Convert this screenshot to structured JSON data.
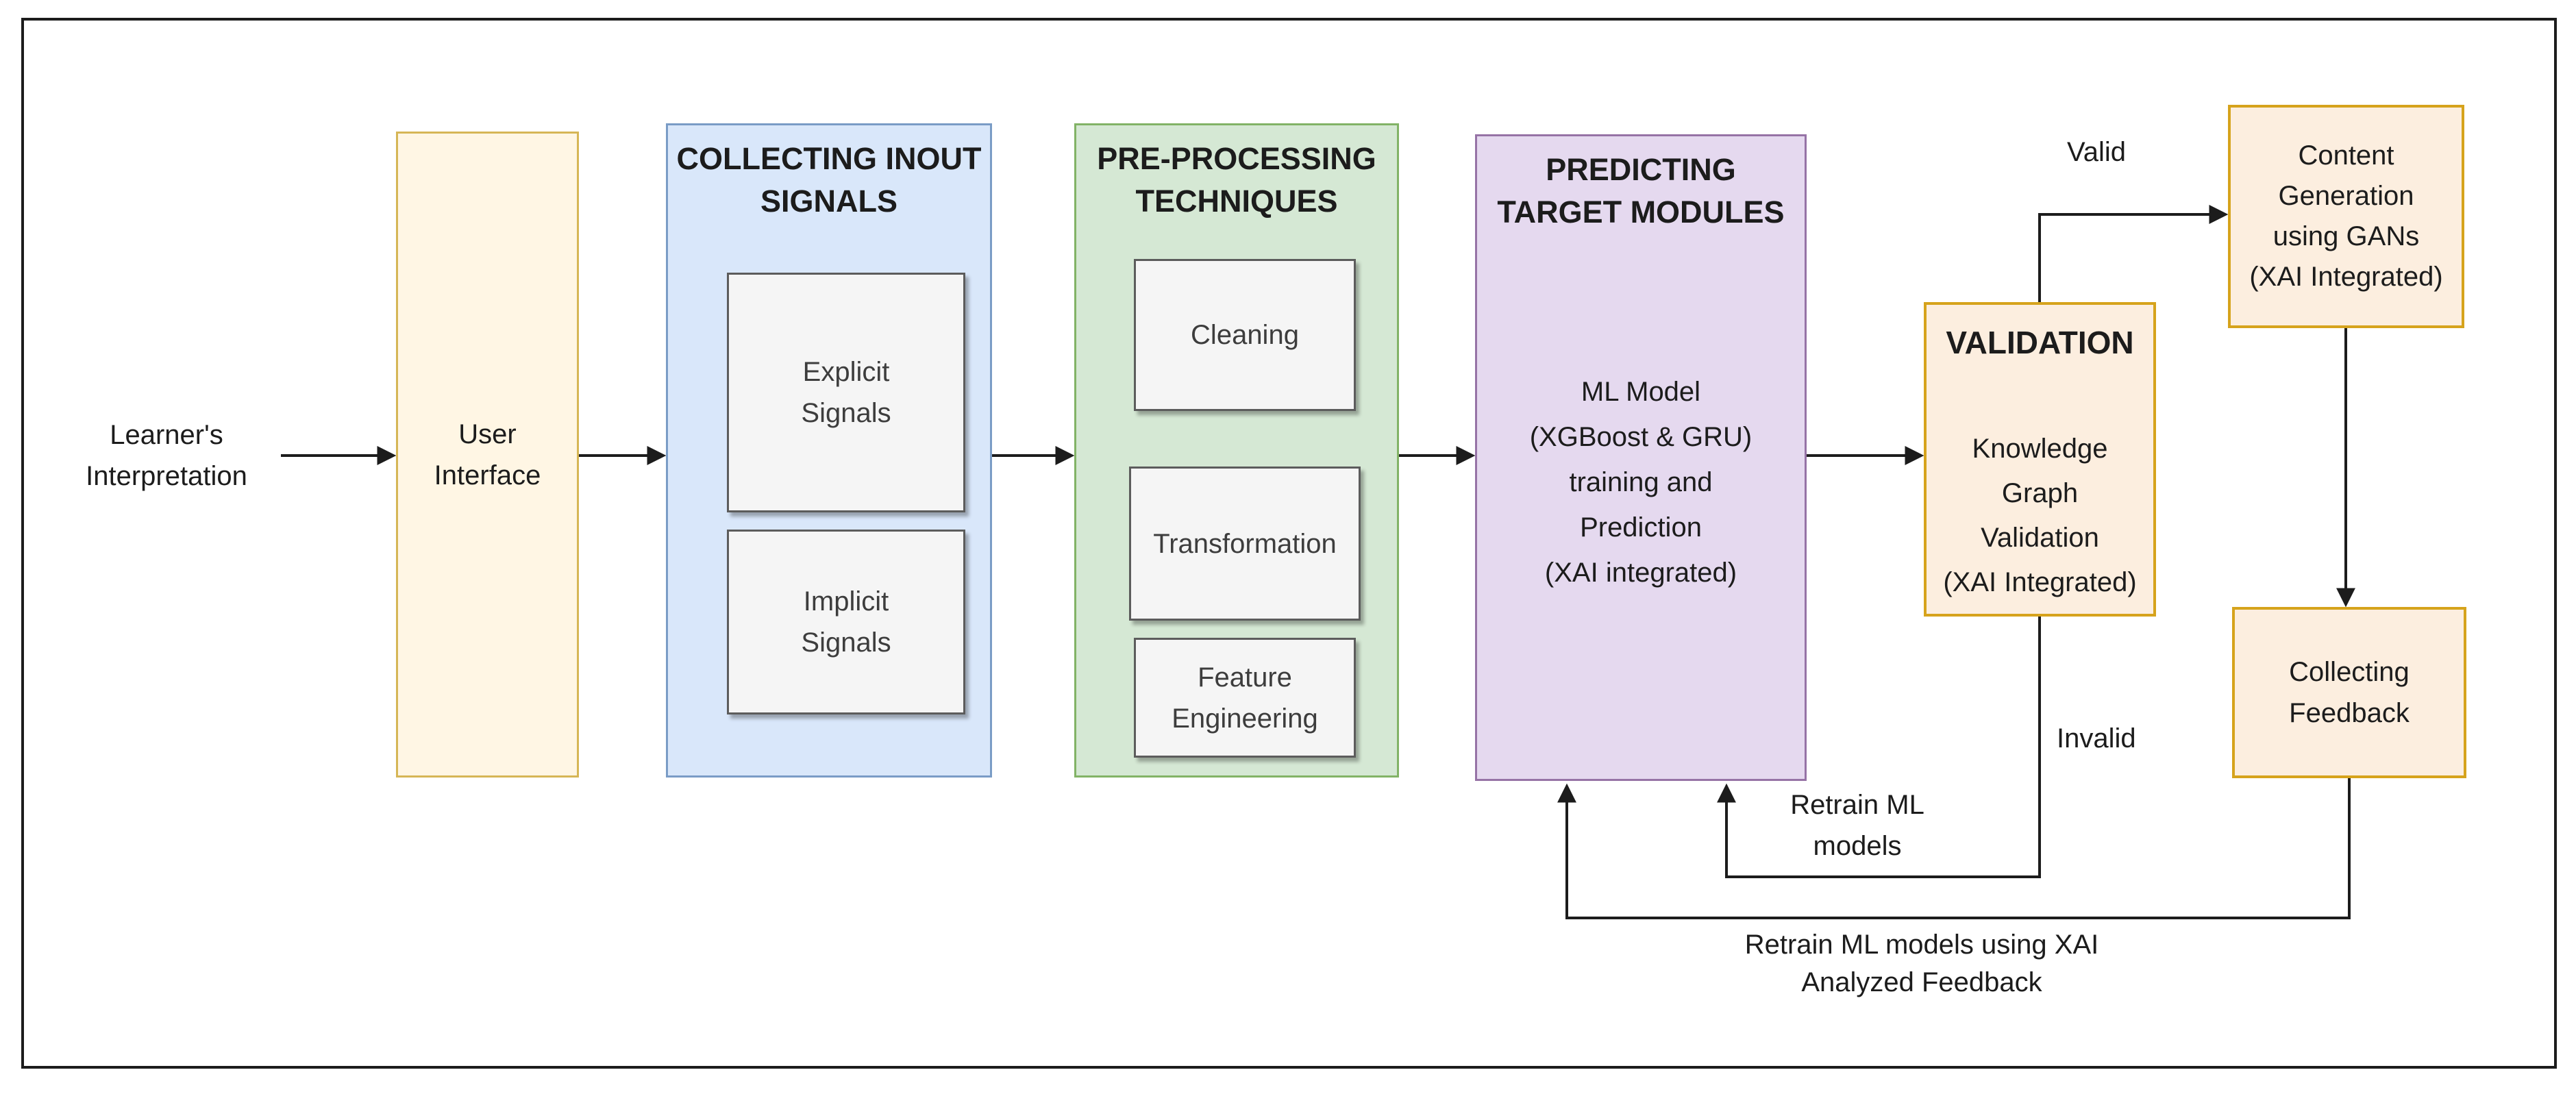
{
  "diagram": {
    "left_label": "Learner's\nInterpretation",
    "nodes": {
      "user_interface": {
        "label": "User\nInterface"
      },
      "collecting_input_signals": {
        "title": "COLLECTING INOUT\nSIGNALS",
        "explicit": "Explicit\nSignals",
        "implicit": "Implicit\nSignals"
      },
      "preprocessing": {
        "title": "PRE-PROCESSING\nTECHNIQUES",
        "cleaning": "Cleaning",
        "transformation": "Transformation",
        "feature_engineering": "Feature\nEngineering"
      },
      "predicting": {
        "title": "PREDICTING\nTARGET MODULES",
        "body": "ML Model\n(XGBoost & GRU)\ntraining and\nPrediction\n(XAI integrated)"
      },
      "validation": {
        "title": "VALIDATION",
        "body": "Knowledge\nGraph\nValidation\n(XAI Integrated)"
      },
      "content_generation": {
        "label": "Content\nGeneration\nusing GANs\n(XAI Integrated)"
      },
      "collecting_feedback": {
        "label": "Collecting\nFeedback"
      }
    },
    "edge_labels": {
      "valid": "Valid",
      "invalid": "Invalid",
      "retrain_ml_models": "Retrain ML\nmodels",
      "retrain_ml_models_xai": "Retrain ML models using XAI\nAnalyzed Feedback"
    }
  },
  "colors": {
    "frame": "#1C1C1C",
    "line": "#1C1C1C",
    "text": "#1C1C1C",
    "subtext": "#3D3D3D",
    "yellow_fill": "#FFF6E4",
    "yellow_border": "#D6B656",
    "blue_fill": "#D9E7FA",
    "blue_border": "#7A9CC6",
    "green_fill": "#D5E8D4",
    "green_border": "#82B366",
    "purple_fill": "#E5D9EF",
    "purple_border": "#9673A6",
    "orange_fill": "#FCEEDF",
    "orange_border": "#D6A31C",
    "gray_fill": "#F5F5F5",
    "gray_border": "#5C5C5C"
  }
}
